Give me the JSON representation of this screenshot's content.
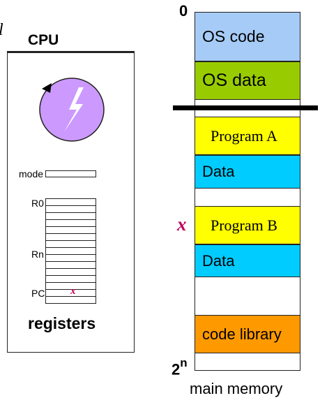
{
  "stray_glyph": "l",
  "cpu": {
    "title": "CPU",
    "mode_label": "mode",
    "r0_label": "R0",
    "rn_label": "Rn",
    "pc_label": "PC",
    "pc_value": "x",
    "registers_label": "registers",
    "clock_color": "#cc99ff",
    "clock_icon": "lightning-bolt-icon"
  },
  "memory": {
    "top_address": "0",
    "bottom_address_base": "2",
    "bottom_address_exp": "n",
    "segments": {
      "os_code": "OS code",
      "os_data": "OS data",
      "program_a": "Program A",
      "data_1": "Data",
      "program_b": "Program B",
      "data_2": "Data",
      "code_library": "code library"
    },
    "marker": "x",
    "caption": "main memory",
    "colors": {
      "os_code": "#a6cbf7",
      "os_data": "#99cc00",
      "program": "#ffff00",
      "data": "#00ccff",
      "library": "#ff9900",
      "marker": "#c0005a"
    }
  }
}
